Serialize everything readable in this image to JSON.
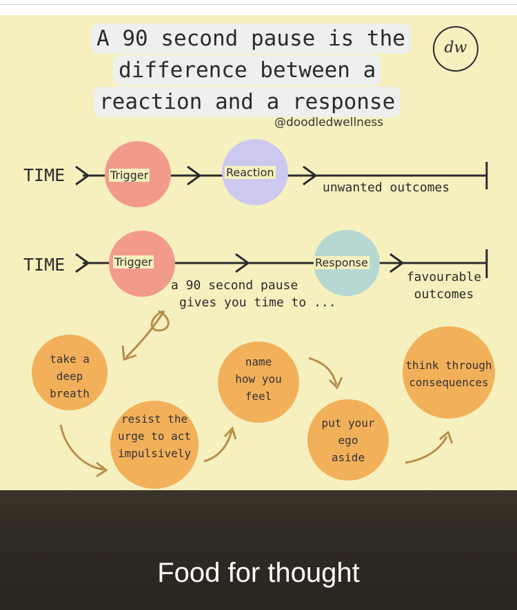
{
  "poster": {
    "title_line1": "A 90 second pause is the",
    "title_line2": "difference between a",
    "title_line3": "reaction and a response",
    "handle": "@doodledwellness",
    "logo_text": "dw",
    "row1": {
      "time": "TIME",
      "trigger": "Trigger",
      "reaction": "Reaction",
      "outcome": "unwanted outcomes"
    },
    "row2": {
      "time": "TIME",
      "trigger": "Trigger",
      "response": "Response",
      "outcome_line1": "favourable",
      "outcome_line2": "outcomes",
      "pause_line1": "a 90 second pause",
      "pause_line2": "gives you time to ..."
    },
    "steps": [
      {
        "l1": "take a",
        "l2": "deep",
        "l3": "breath"
      },
      {
        "l1": "resist the",
        "l2": "urge to act",
        "l3": "impulsively"
      },
      {
        "l1": "name",
        "l2": "how you",
        "l3": "feel"
      },
      {
        "l1": "put your",
        "l2": "ego",
        "l3": "aside"
      },
      {
        "l1": "think through",
        "l2": "consequences"
      }
    ],
    "colors": {
      "background": "#f6f0bf",
      "trigger": "#f29a8c",
      "reaction": "#ccc8ef",
      "response": "#b7d8d2",
      "steps": "#f2b05b"
    }
  },
  "footer": {
    "caption": "Food for thought"
  }
}
